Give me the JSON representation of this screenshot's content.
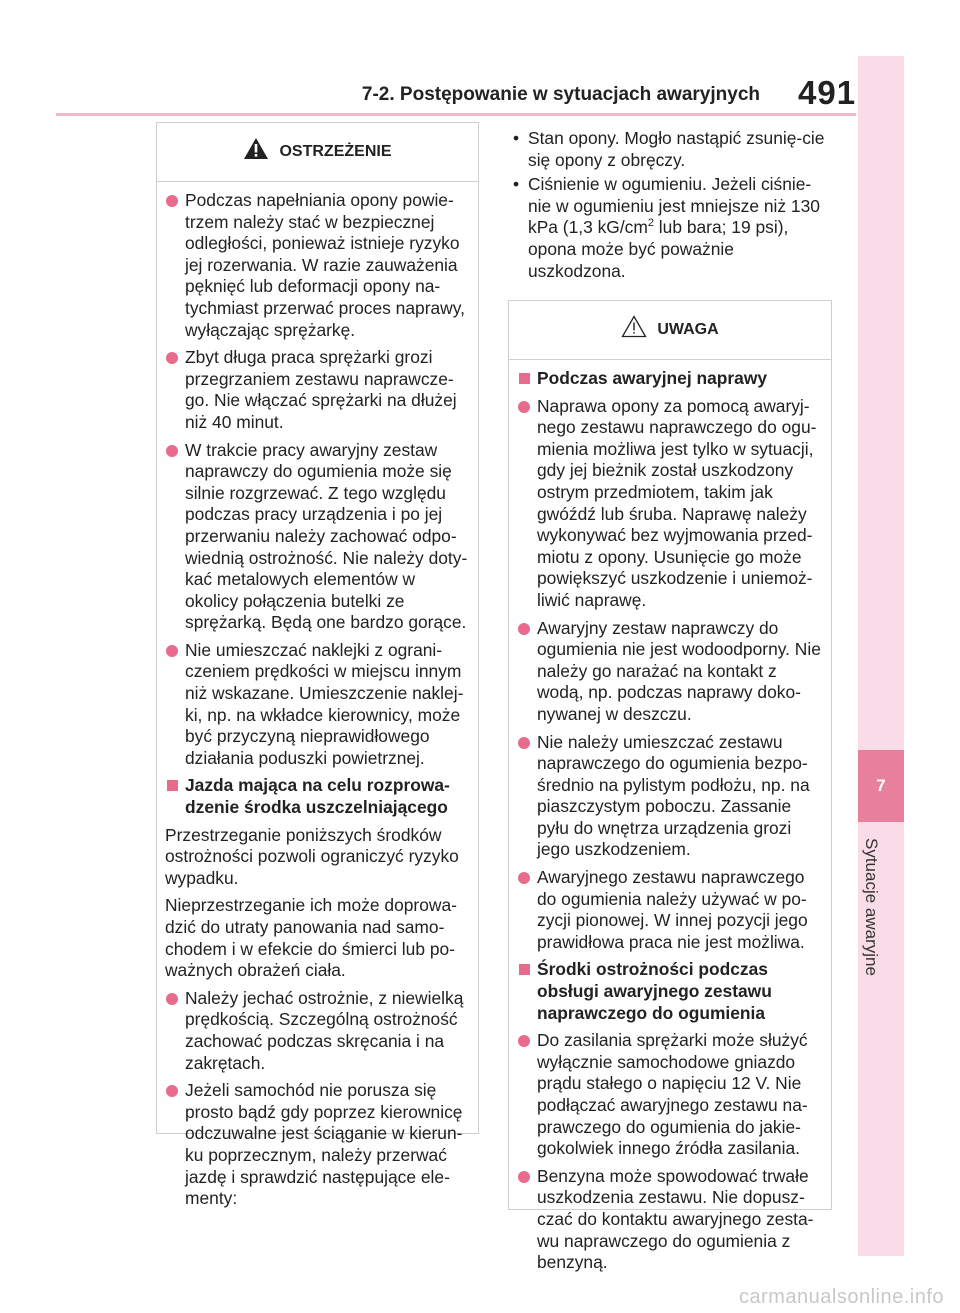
{
  "header": {
    "title": "7-2. Postępowanie w sytuacjach awaryjnych",
    "page_number": "491"
  },
  "side_tab": {
    "chapter": "7",
    "label": "Sytuacje awaryjne"
  },
  "left_box": {
    "title": "OSTRZEŻENIE",
    "icon": "warning-triangle-filled-icon",
    "bullets": [
      "Podczas napełniania opony powie-trzem należy stać w bezpiecznej odległości, ponieważ istnieje ryzyko jej rozerwania. W razie zauważenia pęknięć lub deformacji opony na-tychmiast przerwać proces naprawy, wyłączając sprężarkę.",
      "Zbyt długa praca sprężarki grozi przegrzaniem zestawu naprawcze-go. Nie włączać sprężarki na dłużej niż 40 minut.",
      "W trakcie pracy awaryjny zestaw naprawczy do ogumienia może się silnie rozgrzewać. Z tego względu podczas pracy urządzenia i po jej przerwaniu należy zachować odpo-wiednią ostrożność. Nie należy doty-kać metalowych elementów w okolicy połączenia butelki ze sprężarką. Będą one bardzo gorące.",
      "Nie umieszczać naklejki z ograni-czeniem prędkości w miejscu innym niż wskazane. Umieszczenie naklej-ki, np. na wkładce kierownicy, może być przyczyną nieprawidłowego działania poduszki powietrznej."
    ],
    "subheading": "Jazda mająca na celu rozprowa-dzenie środka uszczelniającego",
    "paras": [
      "Przestrzeganie poniższych środków ostrożności pozwoli ograniczyć ryzyko wypadku.",
      "Nieprzestrzeganie ich może doprowa-dzić do utraty panowania nad samo-chodem i w efekcie do śmierci lub po-ważnych obrażeń ciała."
    ],
    "bullets2": [
      "Należy jechać ostrożnie, z niewielką prędkością. Szczególną ostrożność zachować podczas skręcania i na zakrętach.",
      "Jeżeli samochód nie porusza się prosto bądź gdy poprzez kierownicę odczuwalne jest ściąganie w kierun-ku poprzecznym, należy przerwać jazdę i sprawdzić następujące ele-menty:"
    ]
  },
  "right_top": {
    "item1": "Stan opony. Mogło nastąpić zsunię-cie się opony z obręczy.",
    "item2_before": "Ciśnienie w ogumieniu. Jeżeli ciśnie-nie w ogumieniu jest mniejsze niż 130 kPa (1,3 kG/cm",
    "item2_sup": "2",
    "item2_after": " lub bara; 19 psi), opona może być poważnie uszkodzona."
  },
  "right_box": {
    "title": "UWAGA",
    "icon": "warning-triangle-outline-icon",
    "heading1": "Podczas awaryjnej naprawy",
    "bullets1": [
      "Naprawa opony za pomocą awaryj-nego zestawu naprawczego do ogu-mienia możliwa jest tylko w sytuacji, gdy jej bieżnik został uszkodzony ostrym przedmiotem, takim jak gwóźdź lub śruba. Naprawę należy wykonywać bez wyjmowania przed-miotu z opony. Usunięcie go może powiększyć uszkodzenie i uniemoż-liwić naprawę.",
      "Awaryjny zestaw naprawczy do ogumienia nie jest wodoodporny. Nie należy go narażać na kontakt z wodą, np. podczas naprawy doko-nywanej w deszczu.",
      "Nie należy umieszczać zestawu naprawczego do ogumienia bezpo-średnio na pylistym podłożu, np. na piaszczystym poboczu. Zassanie pyłu do wnętrza urządzenia grozi jego uszkodzeniem.",
      "Awaryjnego zestawu naprawczego do ogumienia należy używać w po-zycji pionowej. W innej pozycji jego prawidłowa praca nie jest możliwa."
    ],
    "heading2": "Środki ostrożności podczas obsługi awaryjnego zestawu naprawczego do ogumienia",
    "bullets2": [
      "Do zasilania sprężarki może służyć wyłącznie samochodowe gniazdo prądu stałego o napięciu 12 V. Nie podłączać awaryjnego zestawu na-prawczego do ogumienia do jakie-gokolwiek innego źródła zasilania.",
      "Benzyna może spowodować trwałe uszkodzenia zestawu. Nie dopusz-czać do kontaktu awaryjnego zesta-wu naprawczego do ogumienia z benzyną."
    ]
  },
  "watermark": "carmanualsonline.info",
  "colors": {
    "accent": "#e86b8e",
    "tab_light": "#f9dce7",
    "tab_dark": "#e8809d",
    "rule": "#f4b8cc"
  }
}
